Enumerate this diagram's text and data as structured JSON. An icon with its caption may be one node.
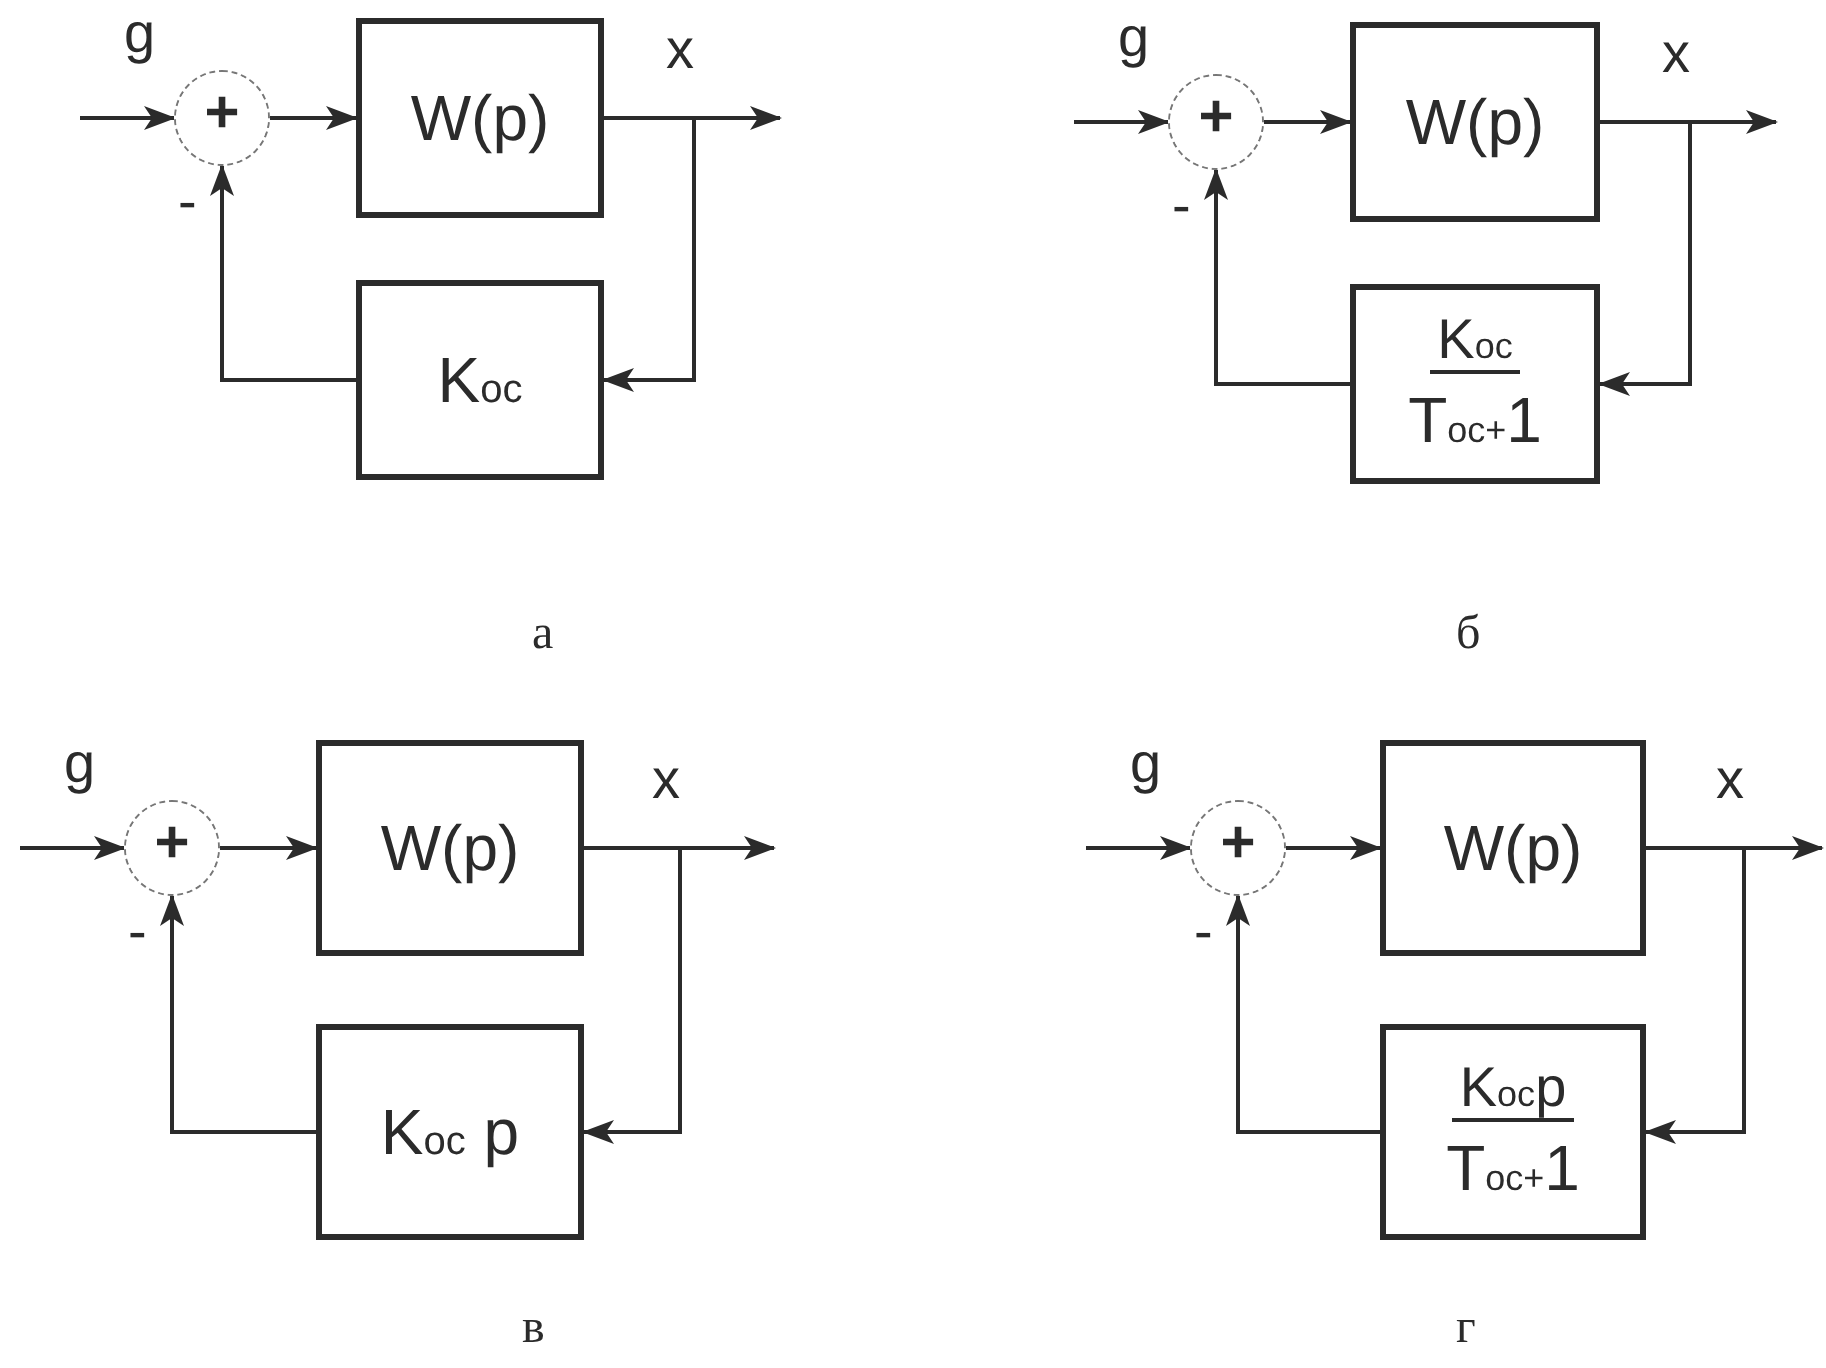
{
  "diagram": {
    "nodes": [
      {
        "text": [
          "+"
        ]
      },
      {
        "text": [
          "W(p)"
        ]
      },
      {
        "text": [
          "K$_{ос}$"
        ]
      },
      {
        "text": [
          "+"
        ]
      },
      {
        "text": [
          "W(p)"
        ]
      },
      {
        "text": [
          "K$_{ос}$",
          "T$_{ос+}$1"
        ]
      },
      {
        "text": [
          "+"
        ]
      },
      {
        "text": [
          "W(p)"
        ]
      },
      {
        "text": [
          "K$_{ос}$ p"
        ]
      },
      {
        "text": [
          "+"
        ]
      },
      {
        "text": [
          "W(p)"
        ]
      },
      {
        "text": [
          "K$_{ос}$p",
          "T$_{ос+}$1"
        ]
      }
    ],
    "edges": [
      {
        "from": null,
        "to": 0,
        "arrow": "to",
        "label": "g"
      },
      {
        "from": 0,
        "to": 1,
        "arrow": "to"
      },
      {
        "from": 1,
        "to": null,
        "arrow": "to",
        "label": "x"
      },
      {
        "from": 1,
        "to": 2,
        "arrow": "to"
      },
      {
        "from": 2,
        "to": 0,
        "arrow": "to",
        "label": "-"
      },
      {
        "from": null,
        "to": 3,
        "arrow": "to",
        "label": "g"
      },
      {
        "from": 3,
        "to": 4,
        "arrow": "to"
      },
      {
        "from": 4,
        "to": null,
        "arrow": "to",
        "label": "x"
      },
      {
        "from": 4,
        "to": 5,
        "arrow": "to"
      },
      {
        "from": 5,
        "to": 3,
        "arrow": "to",
        "label": "-"
      },
      {
        "from": null,
        "to": 6,
        "arrow": "to",
        "label": "g"
      },
      {
        "from": 6,
        "to": 7,
        "arrow": "to"
      },
      {
        "from": 7,
        "to": null,
        "arrow": "to",
        "label": "x"
      },
      {
        "from": 7,
        "to": 8,
        "arrow": "to"
      },
      {
        "from": 8,
        "to": 6,
        "arrow": "to",
        "label": "-"
      },
      {
        "from": null,
        "to": 9,
        "arrow": "to",
        "label": "g"
      },
      {
        "from": 9,
        "to": 10,
        "arrow": "to"
      },
      {
        "from": 10,
        "to": null,
        "arrow": "to",
        "label": "x"
      },
      {
        "from": 10,
        "to": 11,
        "arrow": "to"
      },
      {
        "from": 11,
        "to": 9,
        "arrow": "to",
        "label": "-"
      }
    ],
    "labels": [
      "а",
      "б",
      "в",
      "г"
    ]
  }
}
